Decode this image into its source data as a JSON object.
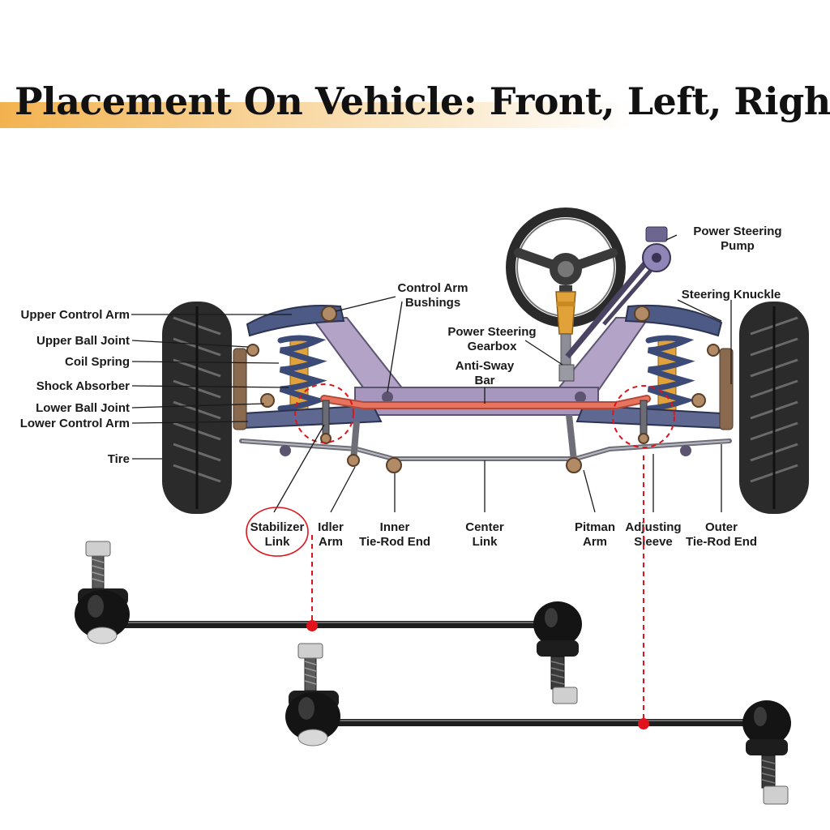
{
  "title": "Placement On Vehicle: Front, Left, Right",
  "colors": {
    "accent": "#f3b24f",
    "frame": "#b3a3c6",
    "frame_dark": "#5c5470",
    "sway_bar": "#e8735f",
    "marker_red": "#e0121b",
    "spring": "#4d5a86",
    "shock": "#e2a23a",
    "tire": "#2b2b2b"
  },
  "labels": {
    "upper_control_arm": "Upper Control Arm",
    "upper_ball_joint": "Upper Ball Joint",
    "coil_spring": "Coil Spring",
    "shock_absorber": "Shock Absorber",
    "lower_ball_joint": "Lower Ball Joint",
    "lower_control_arm": "Lower Control Arm",
    "tire": "Tire",
    "control_arm_bushings": [
      "Control Arm",
      "Bushings"
    ],
    "power_steering_gearbox": [
      "Power Steering",
      "Gearbox"
    ],
    "anti_sway_bar": [
      "Anti-Sway",
      "Bar"
    ],
    "power_steering_pump": [
      "Power Steering",
      "Pump"
    ],
    "steering_knuckle": "Steering Knuckle",
    "stabilizer_link": [
      "Stabilizer",
      "Link"
    ],
    "idler_arm": [
      "Idler",
      "Arm"
    ],
    "inner_tie_rod_end": [
      "Inner",
      "Tie-Rod End"
    ],
    "center_link": [
      "Center",
      "Link"
    ],
    "pitman_arm": [
      "Pitman",
      "Arm"
    ],
    "adjusting_sleeve": [
      "Adjusting",
      "Sleeve"
    ],
    "outer_tie_rod_end": [
      "Outer",
      "Tie-Rod End"
    ]
  }
}
